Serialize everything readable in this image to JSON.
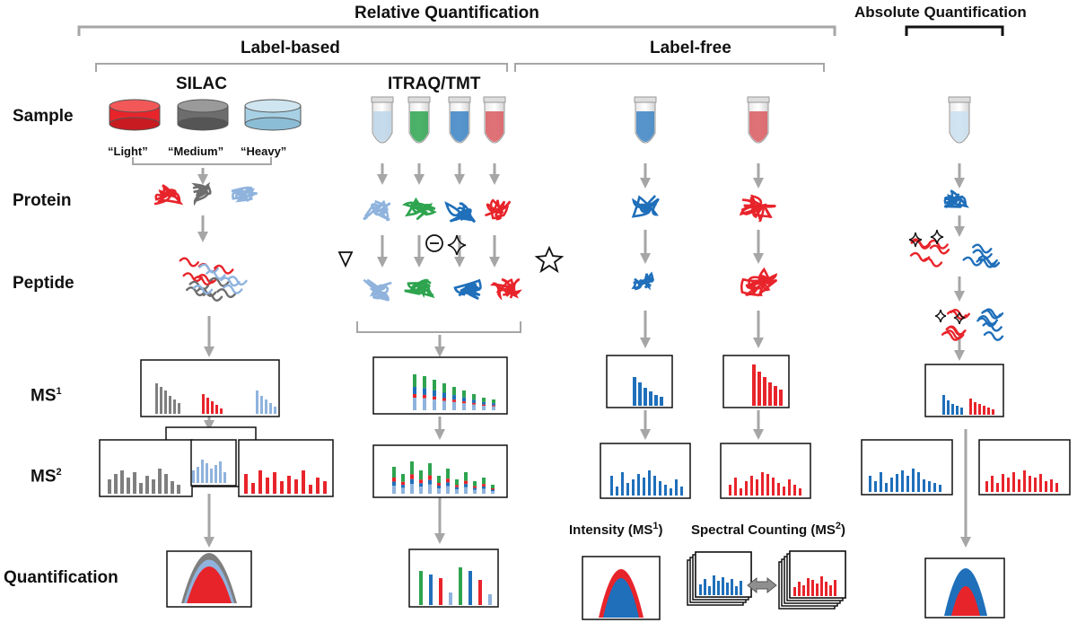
{
  "headers": {
    "relative": "Relative Quantification",
    "absolute": "Absolute Quantification",
    "label_based": "Label-based",
    "label_free": "Label-free",
    "silac": "SILAC",
    "itraq": "ITRAQ/TMT",
    "intensity": "Intensity (MS",
    "intensity_sup": "1",
    "spectral": "Spectral Counting (MS",
    "spectral_sup": "2"
  },
  "rows": {
    "sample": "Sample",
    "protein": "Protein",
    "peptide": "Peptide",
    "ms1": "MS",
    "ms1_sup": "1",
    "ms2": "MS",
    "ms2_sup": "2",
    "quant": "Quantification"
  },
  "silac_labels": {
    "light": "“Light”",
    "medium": "“Medium”",
    "heavy": "“Heavy”"
  },
  "colors": {
    "red": "#e8242b",
    "gray": "#7f7f7f",
    "lightblue": "#8fb3dd",
    "blue": "#1f6fba",
    "green": "#2ea44f",
    "bracket": "#a6a6a6",
    "arrow": "#a6a6a6"
  }
}
